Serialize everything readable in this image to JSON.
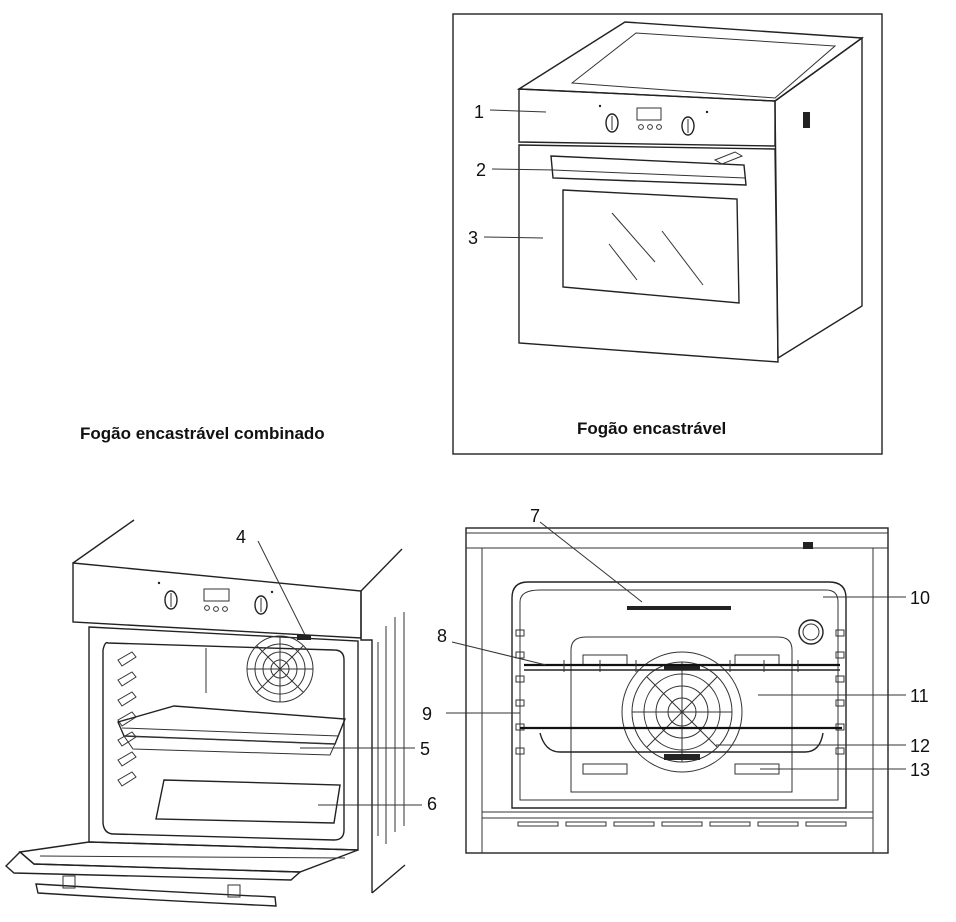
{
  "captions": {
    "combined": "Fogão encastrável combinado",
    "single": "Fogão encastrável"
  },
  "callouts": [
    "1",
    "2",
    "3",
    "4",
    "5",
    "6",
    "7",
    "8",
    "9",
    "10",
    "11",
    "12",
    "13"
  ]
}
